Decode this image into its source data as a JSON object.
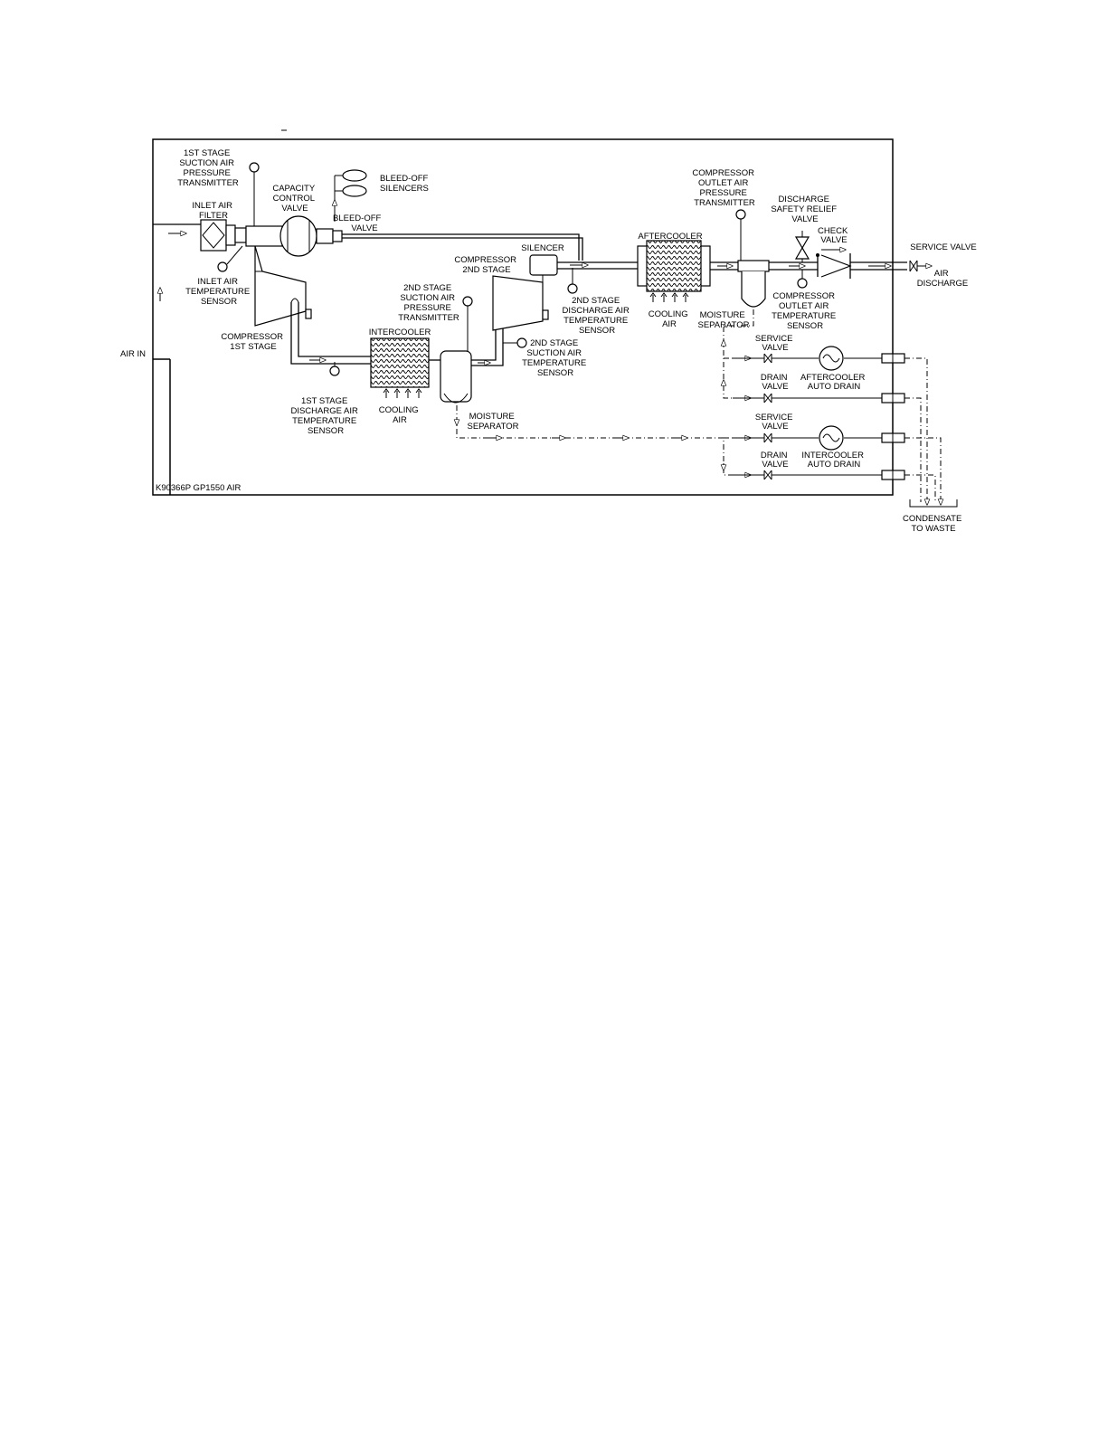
{
  "figure_id": "K90366P GP1550 AIR",
  "labels": {
    "stage1_suction_pressure": [
      "1ST STAGE",
      "SUCTION AIR",
      "PRESSURE",
      "TRANSMITTER"
    ],
    "bleed_off_silencers": [
      "BLEED-OFF",
      "SILENCERS"
    ],
    "capacity_control_valve": [
      "CAPACITY",
      "CONTROL",
      "VALVE"
    ],
    "inlet_air_filter": [
      "INLET AIR",
      "FILTER"
    ],
    "bleed_off_valve": [
      "BLEED-OFF",
      "VALVE"
    ],
    "inlet_air_temp_sensor": [
      "INLET AIR",
      "TEMPERATURE",
      "SENSOR"
    ],
    "compressor_1st_stage": [
      "COMPRESSOR",
      "1ST STAGE"
    ],
    "air_in": "AIR IN",
    "stage1_discharge_temp": [
      "1ST STAGE",
      "DISCHARGE AIR",
      "TEMPERATURE",
      "SENSOR"
    ],
    "intercooler": "INTERCOOLER",
    "intercooler_cooling_air": [
      "COOLING",
      "AIR"
    ],
    "stage2_suction_pressure": [
      "2ND STAGE",
      "SUCTION AIR",
      "PRESSURE",
      "TRANSMITTER"
    ],
    "compressor_2nd_stage": [
      "COMPRESSOR",
      "2ND STAGE"
    ],
    "silencer": "SILENCER",
    "stage2_discharge_temp": [
      "2ND STAGE",
      "DISCHARGE AIR",
      "TEMPERATURE",
      "SENSOR"
    ],
    "stage2_suction_temp": [
      "2ND STAGE",
      "SUCTION AIR",
      "TEMPERATURE",
      "SENSOR"
    ],
    "intercooler_moisture_separator": [
      "MOISTURE",
      "SEPARATOR"
    ],
    "compressor_outlet_pressure": [
      "COMPRESSOR",
      "OUTLET AIR",
      "PRESSURE",
      "TRANSMITTER"
    ],
    "aftercooler": "AFTERCOOLER",
    "aftercooler_cooling_air": [
      "COOLING",
      "AIR"
    ],
    "discharge_safety_relief_valve": [
      "DISCHARGE",
      "SAFETY RELIEF",
      "VALVE"
    ],
    "check_valve": [
      "CHECK",
      "VALVE"
    ],
    "service_valve_top": "SERVICE VALVE",
    "air_discharge": [
      "AIR",
      "DISCHARGE"
    ],
    "compressor_outlet_temp": [
      "COMPRESSOR",
      "OUTLET AIR",
      "TEMPERATURE",
      "SENSOR"
    ],
    "aftercooler_moisture_separator": [
      "MOISTURE",
      "SEPARATOR"
    ],
    "service_valve_1": [
      "SERVICE",
      "VALVE"
    ],
    "drain_valve_1": [
      "DRAIN",
      "VALVE"
    ],
    "aftercooler_auto_drain": [
      "AFTERCOOLER",
      "AUTO DRAIN"
    ],
    "service_valve_2": [
      "SERVICE",
      "VALVE"
    ],
    "drain_valve_2": [
      "DRAIN",
      "VALVE"
    ],
    "intercooler_auto_drain": [
      "INTERCOOLER",
      "AUTO DRAIN"
    ],
    "condensate": [
      "CONDENSATE",
      "TO WASTE"
    ]
  }
}
